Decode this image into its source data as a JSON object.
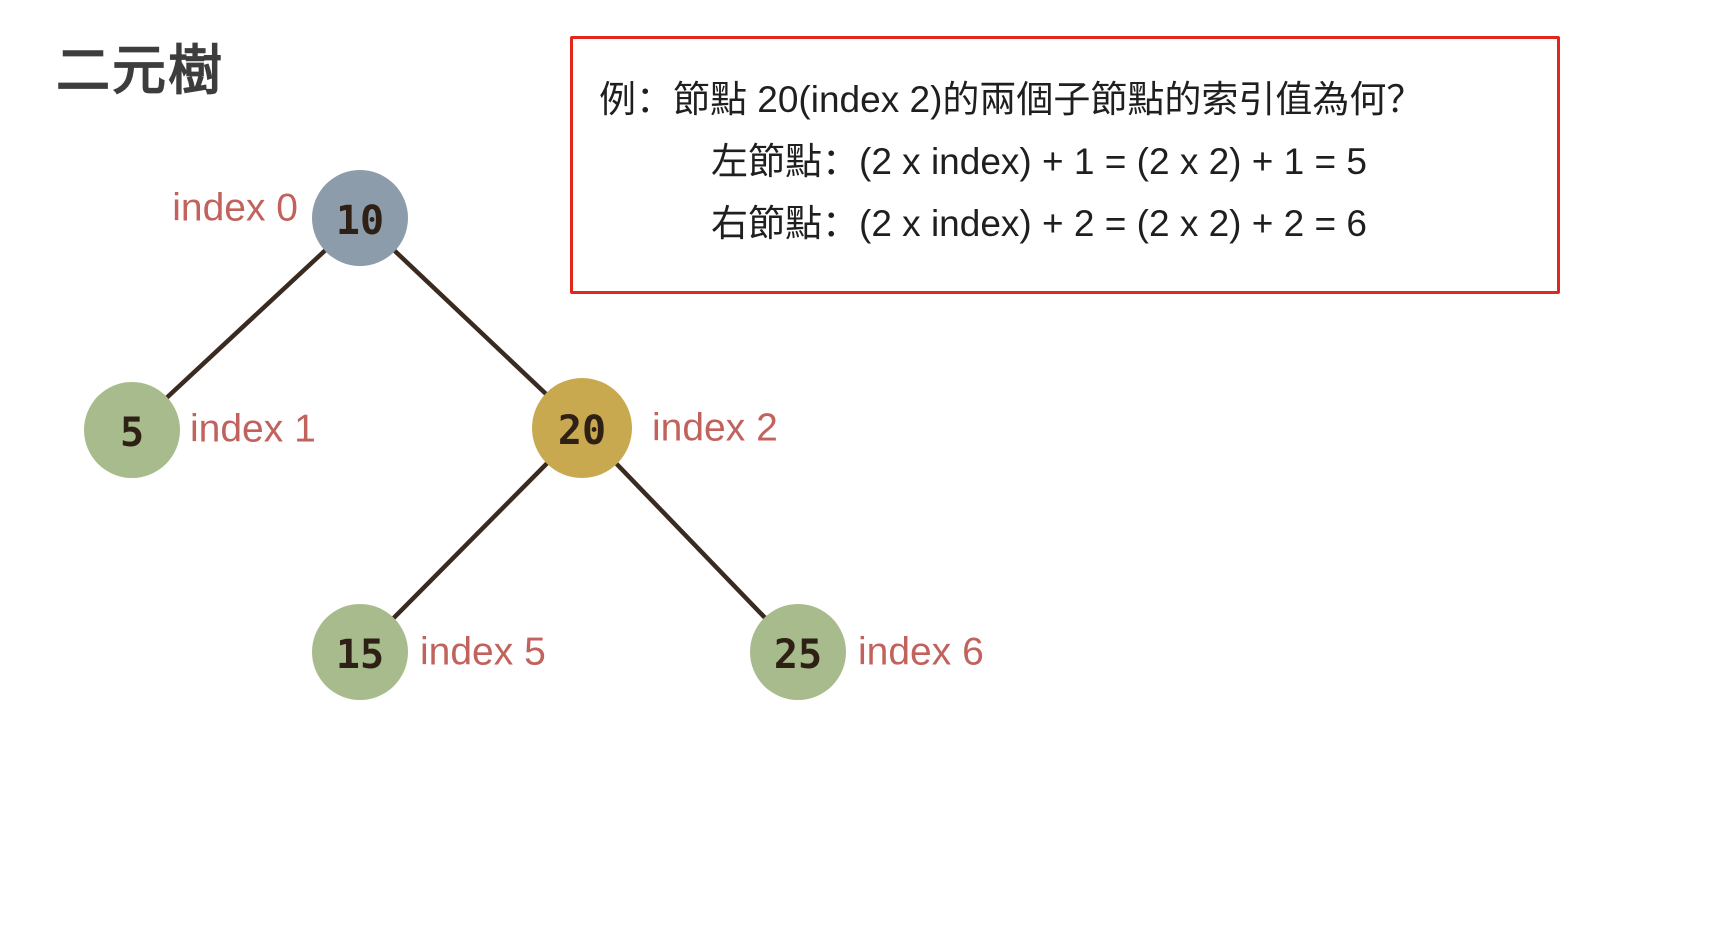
{
  "page": {
    "title": "二元樹",
    "background_color": "#ffffff"
  },
  "example_box": {
    "border_color": "#e3261c",
    "lines": [
      "例：節點 20(index 2)的兩個子節點的索引值為何？",
      "左節點：(2 x index) + 1 = (2 x 2) + 1 = 5",
      "右節點：(2 x index) + 2 = (2 x 2) + 2 = 6"
    ]
  },
  "tree": {
    "edge_color": "#3a2a20",
    "index_label_color": "#c2625c",
    "node_value_color": "#2e2015",
    "nodes": [
      {
        "value": "10",
        "index_label": "index 0",
        "color": "#8c9cab"
      },
      {
        "value": "5",
        "index_label": "index 1",
        "color": "#a7bb8d"
      },
      {
        "value": "20",
        "index_label": "index 2",
        "color": "#c9a94f"
      },
      {
        "value": "15",
        "index_label": "index 5",
        "color": "#a7bb8d"
      },
      {
        "value": "25",
        "index_label": "index 6",
        "color": "#a7bb8d"
      }
    ],
    "edges": [
      {
        "from": "10",
        "to": "5"
      },
      {
        "from": "10",
        "to": "20"
      },
      {
        "from": "20",
        "to": "15"
      },
      {
        "from": "20",
        "to": "25"
      }
    ]
  }
}
